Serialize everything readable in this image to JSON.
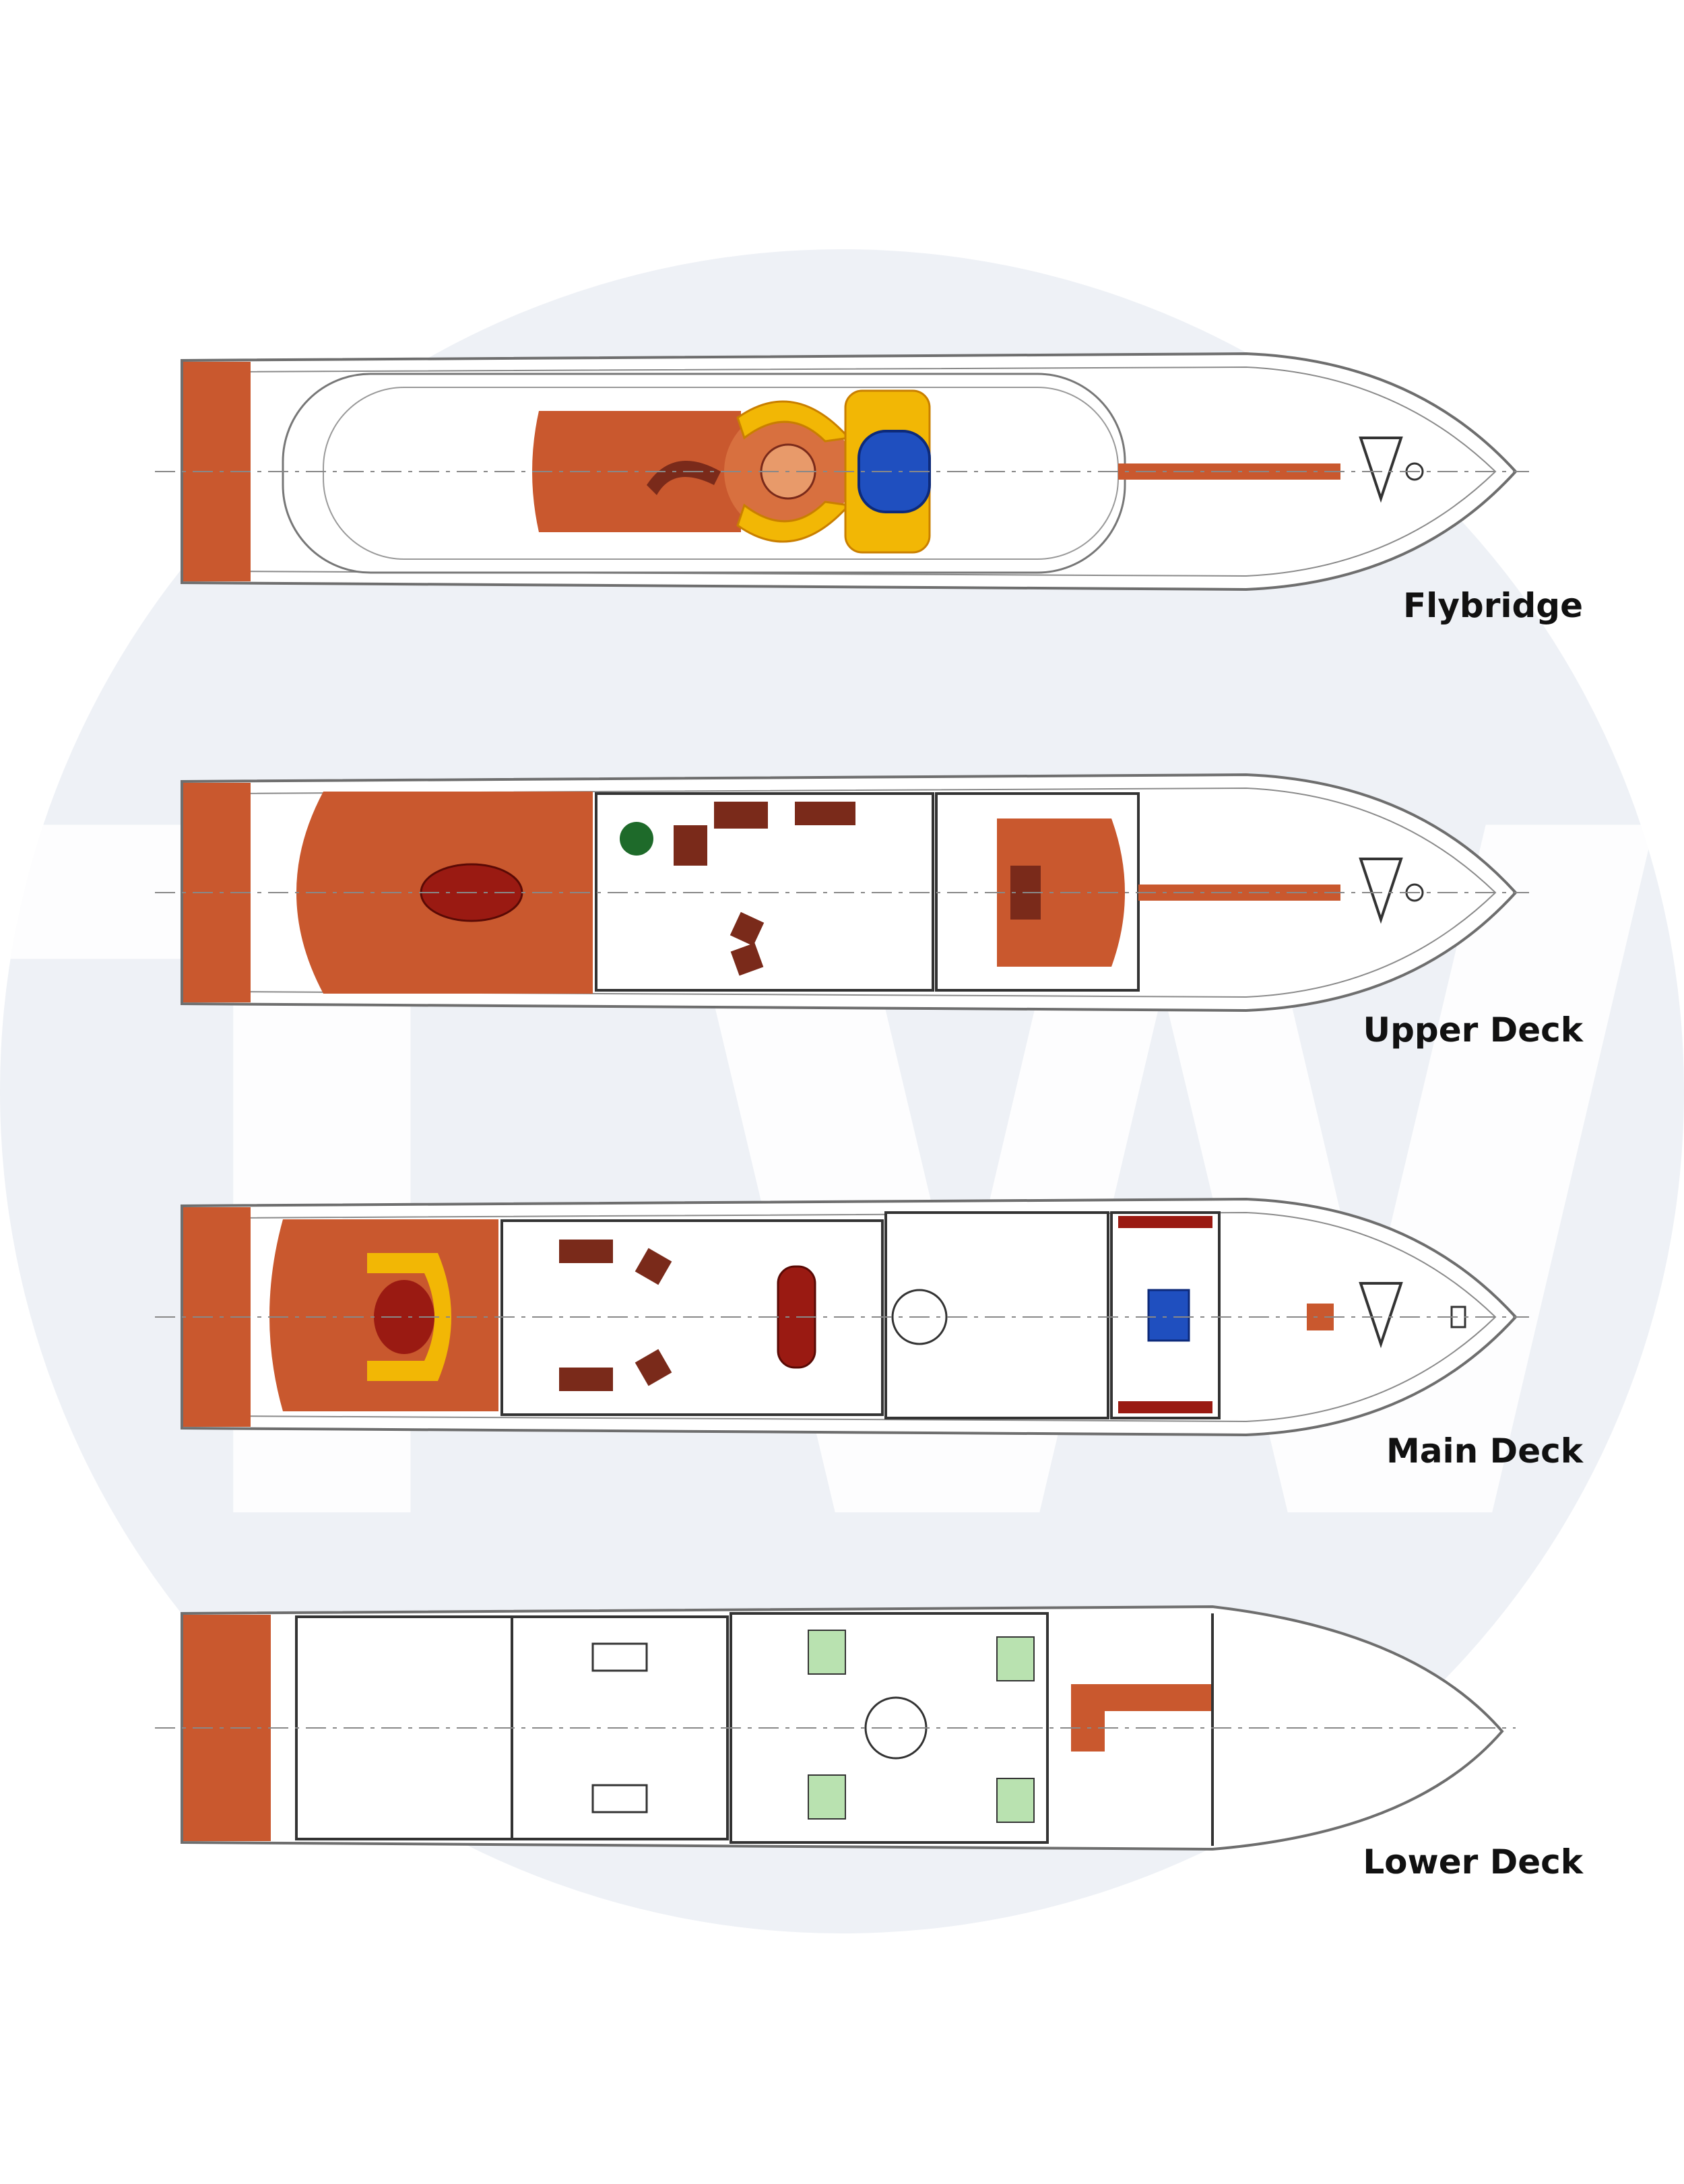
{
  "watermark": {
    "letters": "TW"
  },
  "colors": {
    "background": "#ffffff",
    "watermark_circle": "#eef1f6",
    "watermark_text": "#ffffff",
    "teak": "#c9582e",
    "teak_light": "#d8703f",
    "hull_line": "#6e6e6e",
    "sofa": "#7a2a1a",
    "cushion_yellow": "#f2b705",
    "pool_blue": "#1f4fbf",
    "cabin_green": "#b9e2b0"
  },
  "decks": [
    {
      "id": "flybridge",
      "label": "Flybridge"
    },
    {
      "id": "upper",
      "label": "Upper Deck"
    },
    {
      "id": "main",
      "label": "Main Deck"
    },
    {
      "id": "lower",
      "label": "Lower Deck"
    }
  ]
}
